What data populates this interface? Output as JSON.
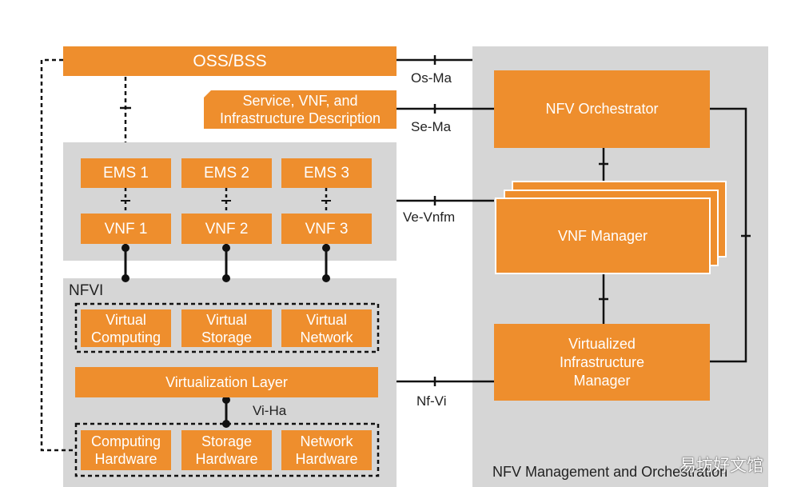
{
  "colors": {
    "box": "#ee8e2d",
    "panel": "#d6d6d6",
    "line": "#111111",
    "text_on_box": "#ffffff"
  },
  "oss_bss": "OSS/BSS",
  "service_desc": "Service, VNF, and\nInfrastructure Description",
  "ems": [
    "EMS 1",
    "EMS 2",
    "EMS 3"
  ],
  "vnf": [
    "VNF 1",
    "VNF 2",
    "VNF 3"
  ],
  "nfvi": {
    "title": "NFVI",
    "virtual": [
      "Virtual\nComputing",
      "Virtual\nStorage",
      "Virtual\nNetwork"
    ],
    "virtualization_layer": "Virtualization Layer",
    "vi_ha": "Vi-Ha",
    "hardware": [
      "Computing\nHardware",
      "Storage\nHardware",
      "Network\nHardware"
    ]
  },
  "interfaces": {
    "os_ma": "Os-Ma",
    "se_ma": "Se-Ma",
    "ve_vnfm": "Ve-Vnfm",
    "nf_vi": "Nf-Vi"
  },
  "mano": {
    "title": "NFV Management and Orchestration",
    "orchestrator": "NFV Orchestrator",
    "vnf_manager": "VNF Manager",
    "vim": "Virtualized\nInfrastructure\nManager"
  },
  "watermark": "易坊好文馆"
}
